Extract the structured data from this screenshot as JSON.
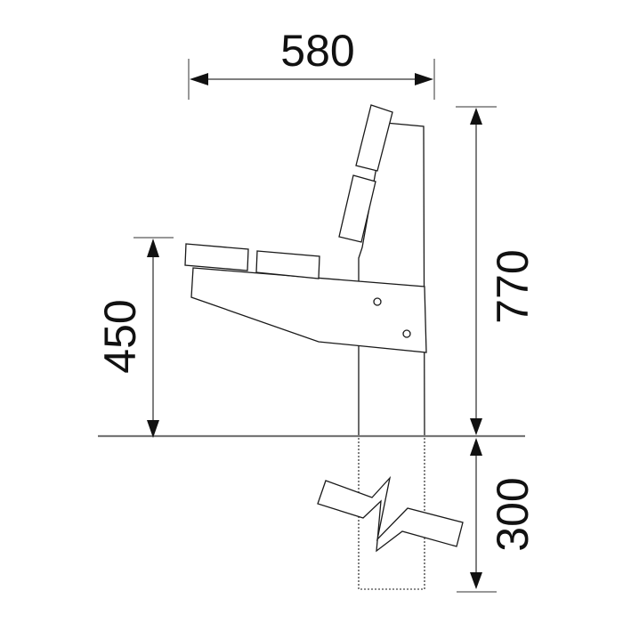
{
  "drawing": {
    "subject": "bench side elevation",
    "line_color": "#1a1a1a",
    "dimension_color": "#555555"
  },
  "dimensions": {
    "width": {
      "label": "580",
      "unit": "mm",
      "orientation": "horizontal"
    },
    "total_height": {
      "label": "770",
      "unit": "mm",
      "orientation": "vertical"
    },
    "seat_height": {
      "label": "450",
      "unit": "mm",
      "orientation": "vertical"
    },
    "embed_depth": {
      "label": "300",
      "unit": "mm",
      "orientation": "vertical"
    }
  },
  "parts": {
    "backrest_slats": 2,
    "seat_slats": 2,
    "bolt_holes": 2,
    "post": "vertical post with hidden embedded section below ground",
    "ground_break": "ground break symbol"
  }
}
